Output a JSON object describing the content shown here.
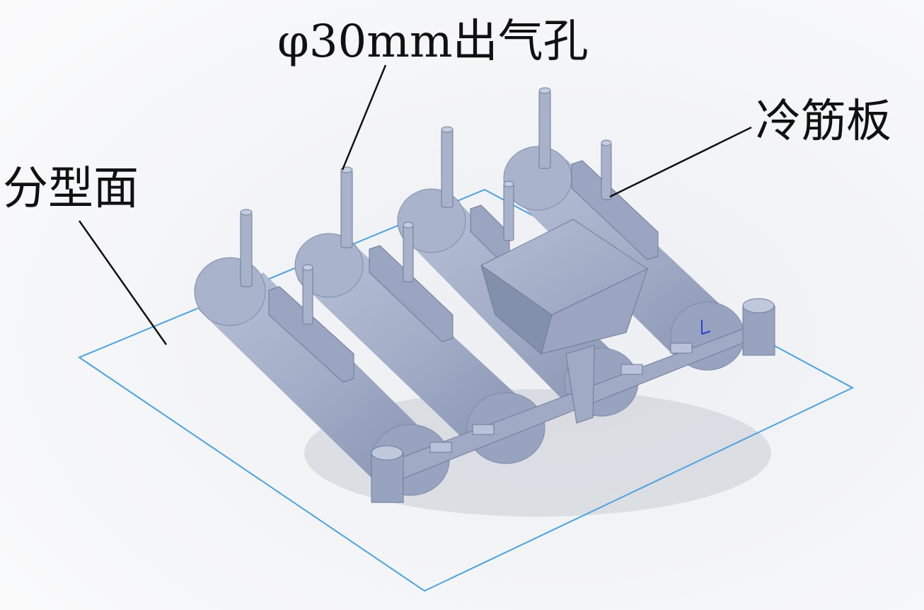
{
  "callouts": {
    "vent": "φ30mm出气孔",
    "chill": "冷筋板",
    "parting": "分型面"
  },
  "colors": {
    "part_fill": "#a4afc8",
    "part_dark": "#8390ac",
    "part_light": "#bcc5da",
    "parting_line": "#4aa3df",
    "leader": "#111111",
    "background": "#f3f4f6"
  }
}
